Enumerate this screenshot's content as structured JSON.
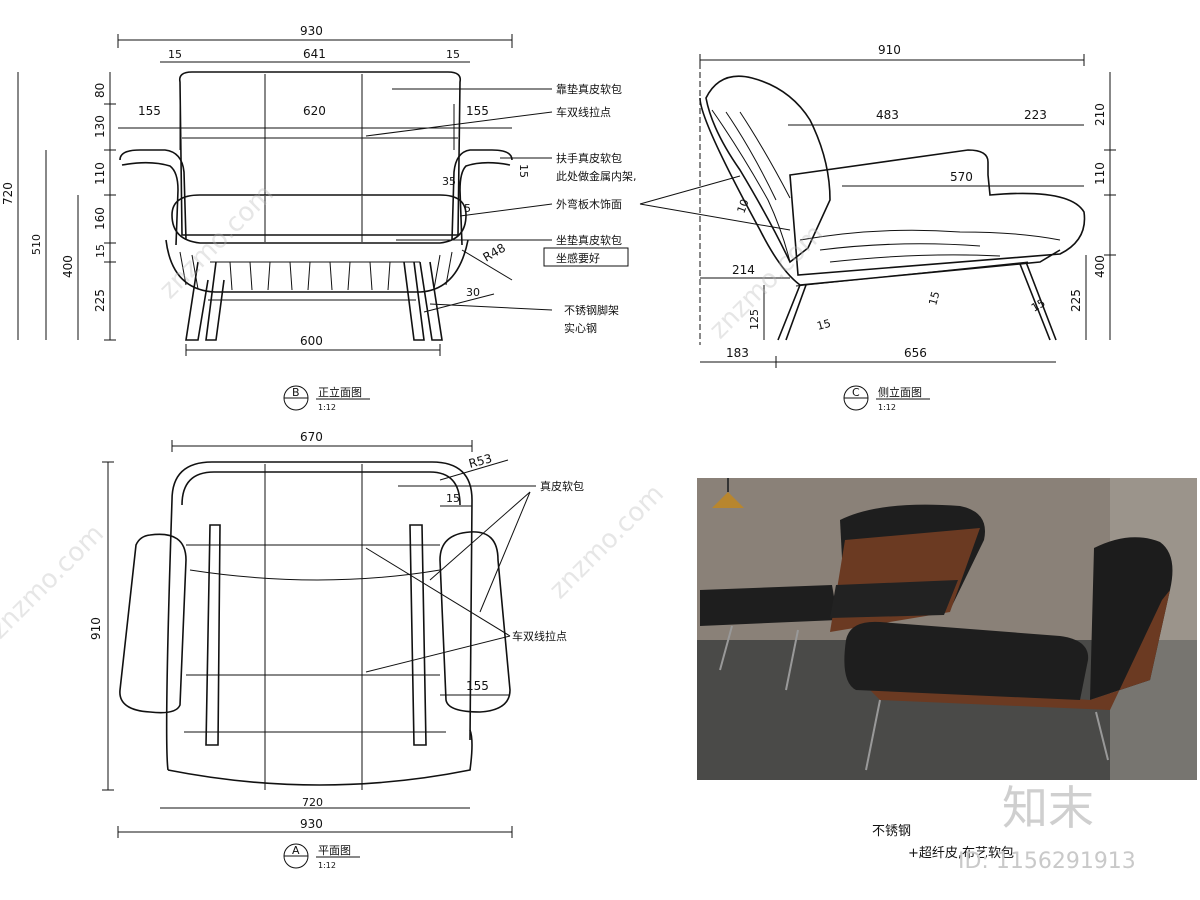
{
  "views": {
    "front": {
      "label": "正立面图",
      "tag": "B",
      "scale": "1:12",
      "dims": {
        "overall_width": "930",
        "inner_top": "641",
        "edge_left": "15",
        "edge_right": "15",
        "arm_left": "155",
        "center": "620",
        "arm_right": "155",
        "base": "600",
        "leg": "30",
        "radius": "R48",
        "d35": "35",
        "d5": "5",
        "d15r": "15",
        "v720": "720",
        "v510": "510",
        "v400": "400",
        "v80": "80",
        "v130": "130",
        "v110": "110",
        "v160": "160",
        "v15": "15",
        "v225": "225"
      },
      "notes": {
        "back": "靠垫真皮软包",
        "stitch": "车双线拉点",
        "arm1": "扶手真皮软包",
        "arm2": "此处做金属内架,",
        "wood": "外弯板木饰面",
        "seat": "坐垫真皮软包",
        "comfort": "坐感要好",
        "leg1": "不锈钢脚架",
        "leg2": "实心钢"
      }
    },
    "side": {
      "label": "侧立面图",
      "tag": "C",
      "scale": "1:12",
      "dims": {
        "overall": "910",
        "d483": "483",
        "d223": "223",
        "d570": "570",
        "d214": "214",
        "d183": "183",
        "d656": "656",
        "d125": "125",
        "d15a": "15",
        "d15b": "15",
        "d15c": "15",
        "d10": "10",
        "v210": "210",
        "v110": "110",
        "v400": "400",
        "v225": "225"
      }
    },
    "plan": {
      "label": "平面图",
      "tag": "A",
      "scale": "1:12",
      "dims": {
        "top": "670",
        "radius": "R53",
        "d15": "15",
        "d155": "155",
        "v910": "910",
        "d720": "720",
        "d930": "930"
      },
      "notes": {
        "leather": "真皮软包",
        "stitch": "车双线拉点"
      }
    }
  },
  "photo_caption": {
    "line1": "不锈钢",
    "line2": "+超纤皮,布艺软包"
  },
  "watermarks": {
    "site": "znzmo.com",
    "brand": "知末",
    "id": "ID: 1156291913"
  },
  "colors": {
    "line": "#111111",
    "leather": "#1e1e1e",
    "wood": "#6b3a22",
    "wall": "#8a8178",
    "floor": "#4a4a48"
  }
}
